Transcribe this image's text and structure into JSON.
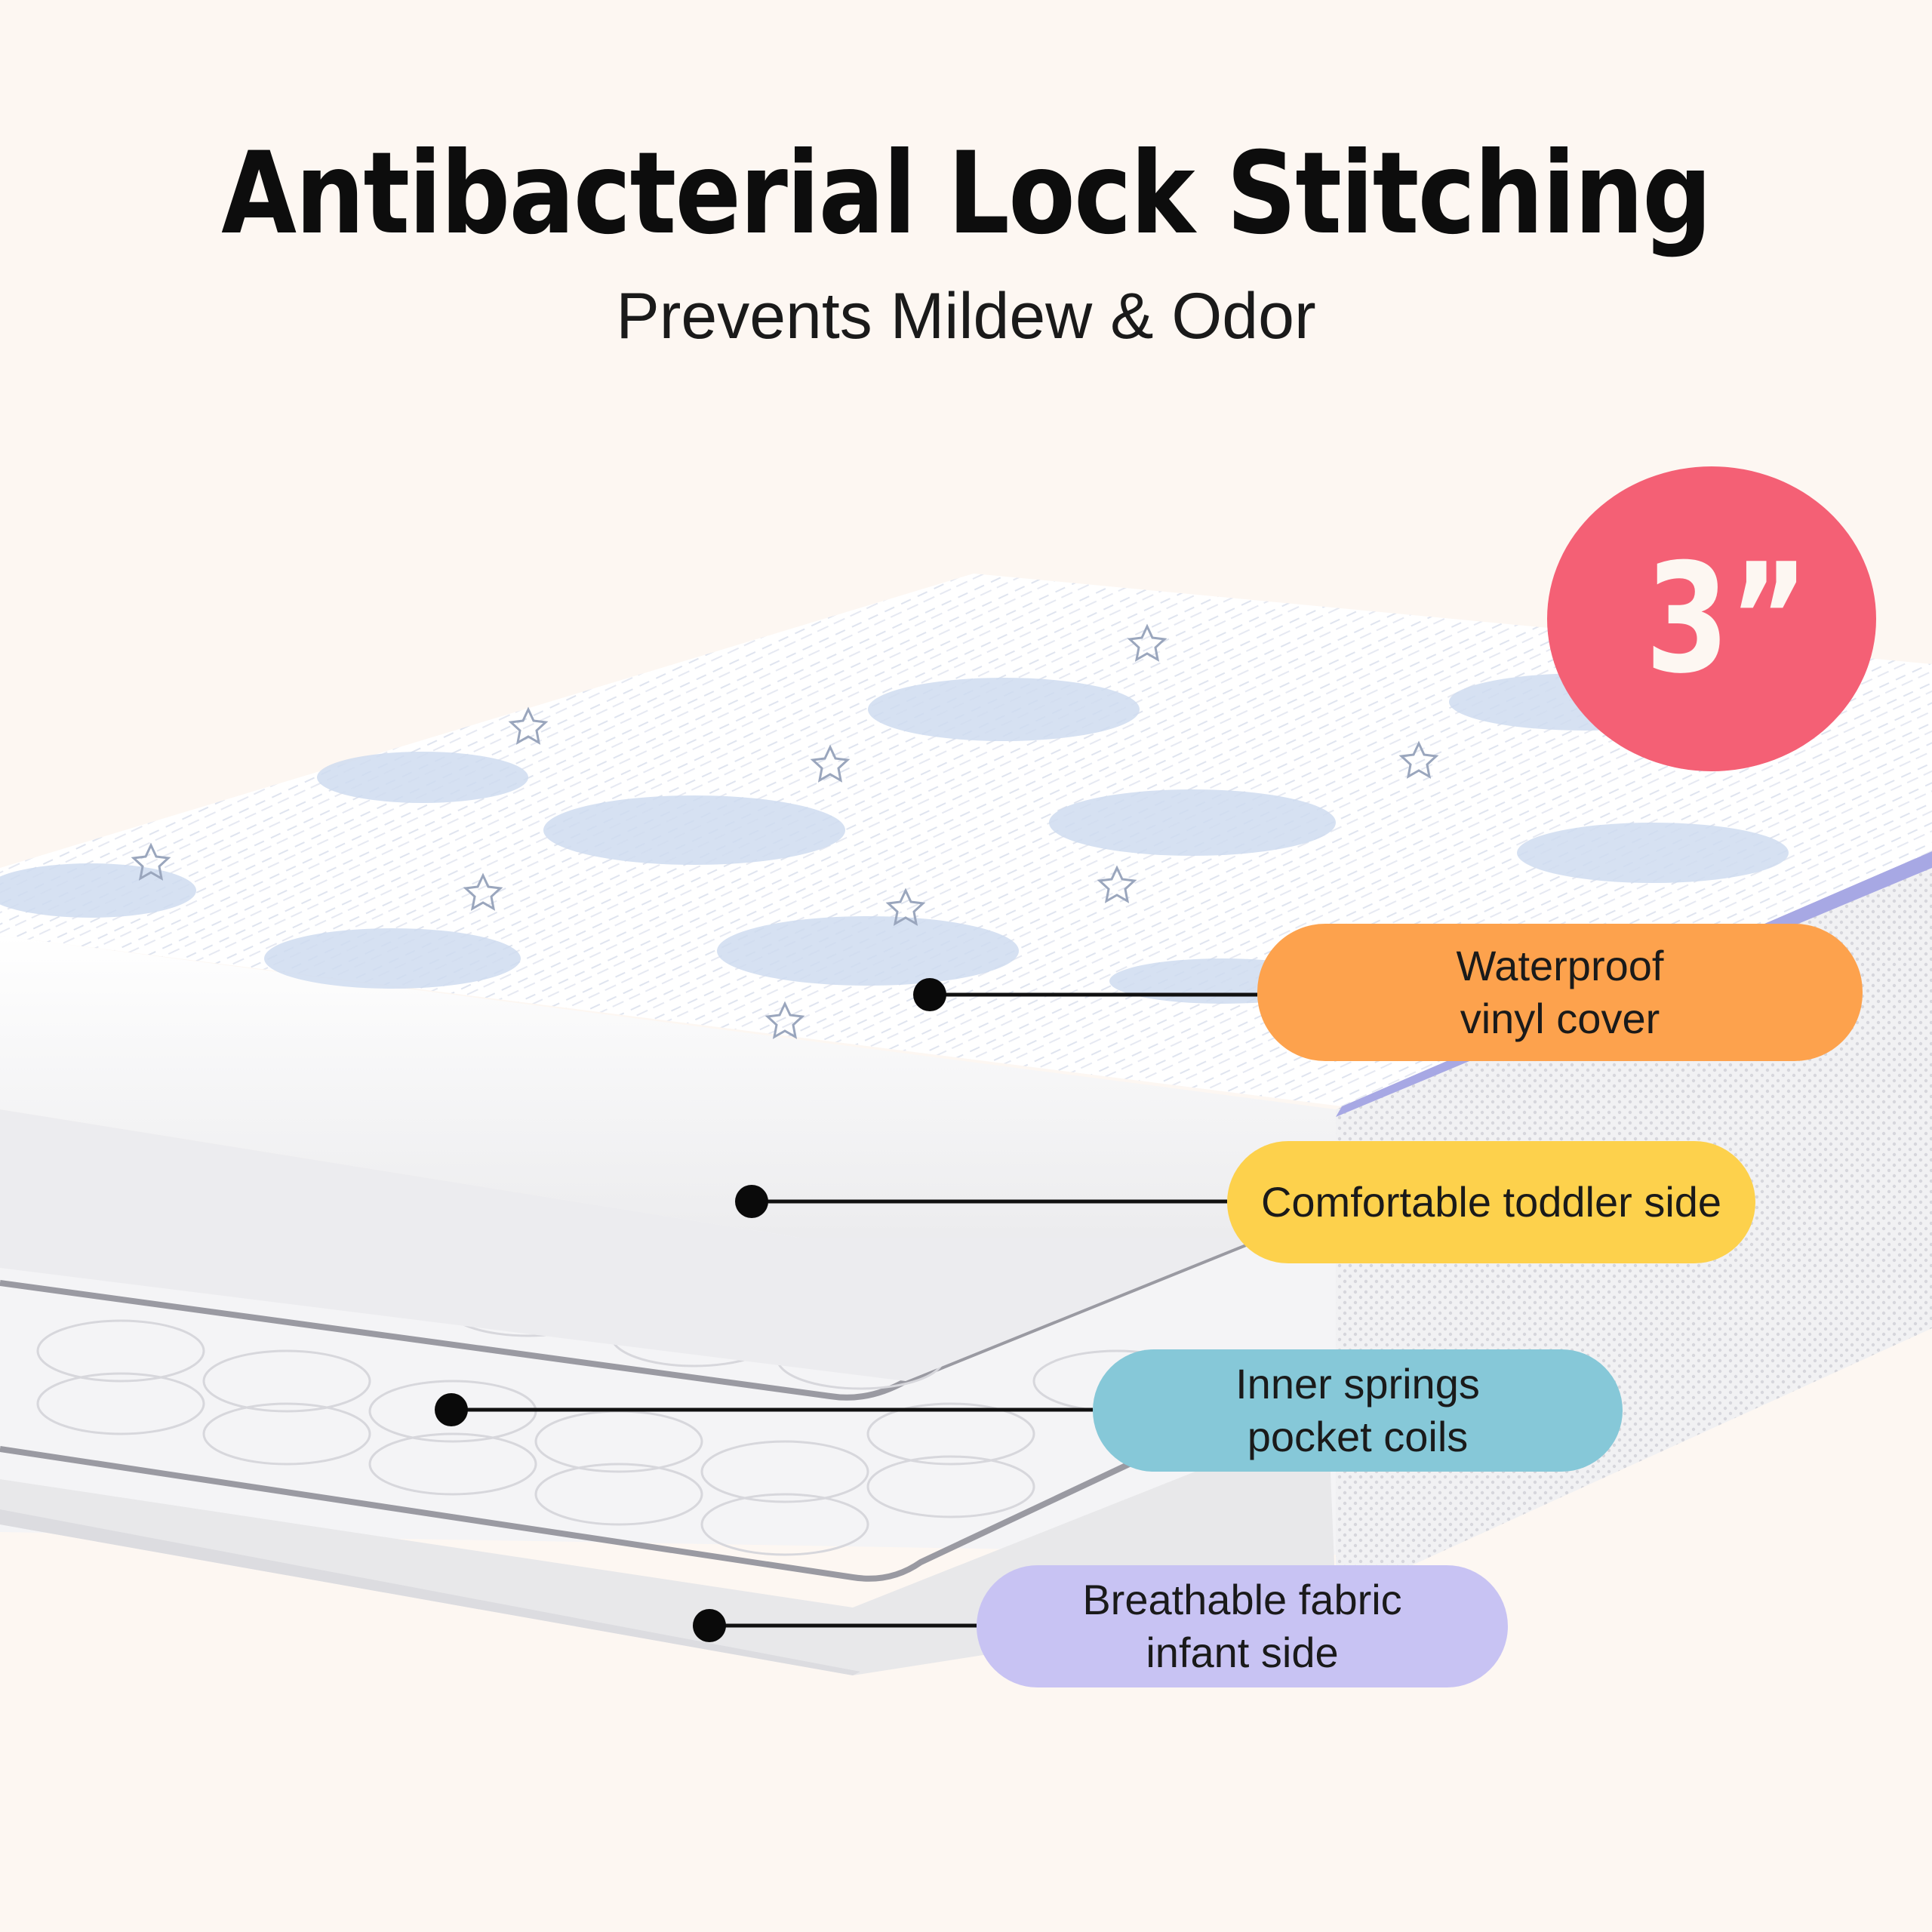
{
  "header": {
    "title": "Antibacterial Lock Stitching",
    "subtitle": "Prevents Mildew & Odor"
  },
  "badge": {
    "label": "3”",
    "color": "#f46075"
  },
  "callouts": [
    {
      "lines": [
        "Waterproof",
        "vinyl cover"
      ],
      "color": "#fda24d"
    },
    {
      "lines": [
        "Comfortable toddler side"
      ],
      "color": "#fdd14c"
    },
    {
      "lines": [
        "Inner springs",
        "pocket coils"
      ],
      "color": "#86c8d8"
    },
    {
      "lines": [
        "Breathable fabric",
        "infant side"
      ],
      "color": "#c8c3f3"
    }
  ]
}
